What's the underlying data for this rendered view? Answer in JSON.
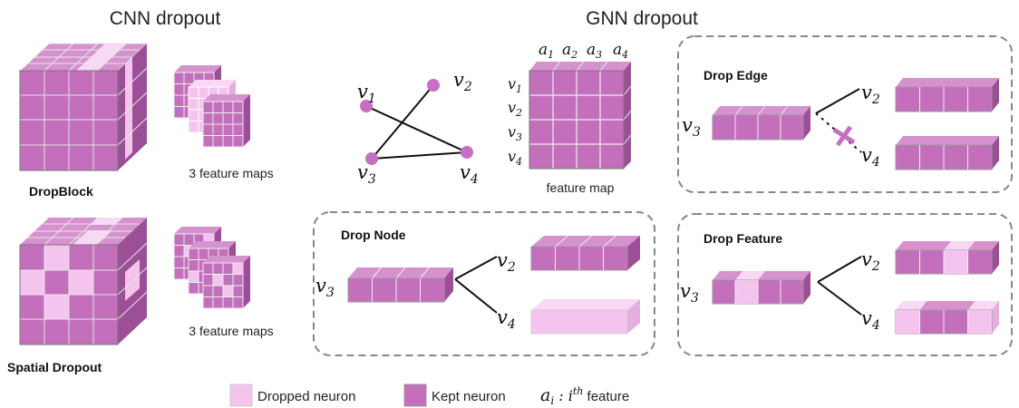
{
  "titles": {
    "cnn": "CNN dropout",
    "gnn": "GNN dropout"
  },
  "cnn": {
    "dropblock_label": "DropBlock",
    "spatial_label": "Spatial Dropout",
    "maps_caption_1": "3 feature maps",
    "maps_caption_2": "3 feature maps"
  },
  "graph": {
    "nodes": [
      {
        "label": "v",
        "sub": "1"
      },
      {
        "label": "v",
        "sub": "2"
      },
      {
        "label": "v",
        "sub": "3"
      },
      {
        "label": "v",
        "sub": "4"
      }
    ],
    "edges": [
      [
        "1",
        "4"
      ],
      [
        "2",
        "3"
      ],
      [
        "3",
        "4"
      ]
    ]
  },
  "feature_map": {
    "col_headers": [
      {
        "label": "a",
        "sub": "1"
      },
      {
        "label": "a",
        "sub": "2"
      },
      {
        "label": "a",
        "sub": "3"
      },
      {
        "label": "a",
        "sub": "4"
      }
    ],
    "row_headers": [
      {
        "label": "v",
        "sub": "1"
      },
      {
        "label": "v",
        "sub": "2"
      },
      {
        "label": "v",
        "sub": "3"
      },
      {
        "label": "v",
        "sub": "4"
      }
    ],
    "caption": "feature map"
  },
  "panels": {
    "drop_edge": {
      "title": "Drop Edge",
      "src": "v",
      "src_sub": "3",
      "t1": "v",
      "t1_sub": "2",
      "t2": "v",
      "t2_sub": "4"
    },
    "drop_node": {
      "title": "Drop Node",
      "src": "v",
      "src_sub": "3",
      "t1": "v",
      "t1_sub": "2",
      "t2": "v",
      "t2_sub": "4"
    },
    "drop_feature": {
      "title": "Drop Feature",
      "src": "v",
      "src_sub": "3",
      "t1": "v",
      "t1_sub": "2",
      "t2": "v",
      "t2_sub": "4"
    }
  },
  "legend": {
    "dropped": "Dropped neuron",
    "kept": "Kept neuron",
    "feature_sym": "a",
    "feature_sub": "i",
    "feature_colon": " : ",
    "feature_i": "i",
    "feature_sup": "th",
    "feature_text": " feature"
  },
  "colors": {
    "kept": "#c36fbc",
    "kept_top": "#d592cf",
    "kept_side": "#9c4f96",
    "dropped": "#f4c4ee",
    "dropped_top": "#f8d8f4",
    "dropped_side": "#e6aee0",
    "node": "#c76fc2",
    "cross": "#c76fc2",
    "dash": "#888888"
  }
}
